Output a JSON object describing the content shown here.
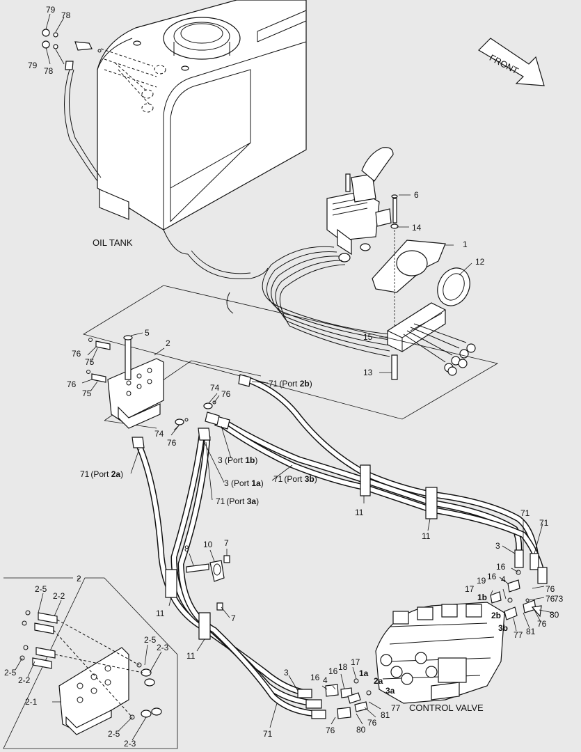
{
  "diagram": {
    "captions": {
      "oil_tank": "OIL TANK",
      "control_valve": "CONTROL VALVE",
      "front": "FRONT"
    },
    "callouts": {
      "c79a": "79",
      "c78a": "78",
      "c79b": "79",
      "c78b": "78",
      "c6": "6",
      "c14": "14",
      "c1": "1",
      "c12": "12",
      "c15": "15",
      "c13": "13",
      "c5": "5",
      "c2": "2",
      "c76a": "76",
      "c75a": "75",
      "c76b": "76",
      "c75b": "75",
      "c74a": "74",
      "c76c": "76",
      "c74b": "74",
      "c76d": "76",
      "c71_2b": "71",
      "port_2b": "(Port ",
      "port_2b_bold": "2b",
      "port_2b_close": ")",
      "c3_1b": "3 (Port ",
      "port_1b_bold": "1b",
      "port_1b_close": ")",
      "c71_2a": "71",
      "port_2a": "(Port ",
      "port_2a_bold": "2a",
      "port_2a_close": ")",
      "c3_1a": "3 (Port ",
      "port_1a_bold": "1a",
      "port_1a_close": ")",
      "c71_3b": "71",
      "port_3b": "(Port ",
      "port_3b_bold": "3b",
      "port_3b_close": ")",
      "c71_3a": "71",
      "port_3a": "(Port ",
      "port_3a_bold": "3a",
      "port_3a_close": ")",
      "c11a": "11",
      "c11b": "11",
      "c11c": "11",
      "c11d": "11",
      "c8": "8",
      "c10": "10",
      "c7a": "7",
      "c7b": "7",
      "c71r1": "71",
      "c71r2": "71",
      "c3r": "3",
      "c16a": "16",
      "c16b": "16",
      "c4a": "4",
      "c76r1": "76",
      "c76r2": "76",
      "c73": "73",
      "c17a": "17",
      "c19": "19",
      "c1b": "1b",
      "c2b": "2b",
      "c3b": "3b",
      "c80a": "80",
      "c76r3": "76",
      "c77a": "77",
      "c81a": "81",
      "c3bot": "3",
      "c16c": "16",
      "c4b": "4",
      "c16d": "16",
      "c18": "18",
      "c17b": "17",
      "c1a": "1a",
      "c2a": "2a",
      "c3a": "3a",
      "c77b": "77",
      "c81b": "81",
      "c76r4": "76",
      "c80b": "80",
      "c76r5": "76",
      "c71bot": "71",
      "in2": "2",
      "in25a": "2-5",
      "in22a": "2-2",
      "in25b": "2-5",
      "in23a": "2-3",
      "in25c": "2-5",
      "in22b": "2-2",
      "in21": "2-1",
      "in25d": "2-5",
      "in23b": "2-3"
    }
  }
}
